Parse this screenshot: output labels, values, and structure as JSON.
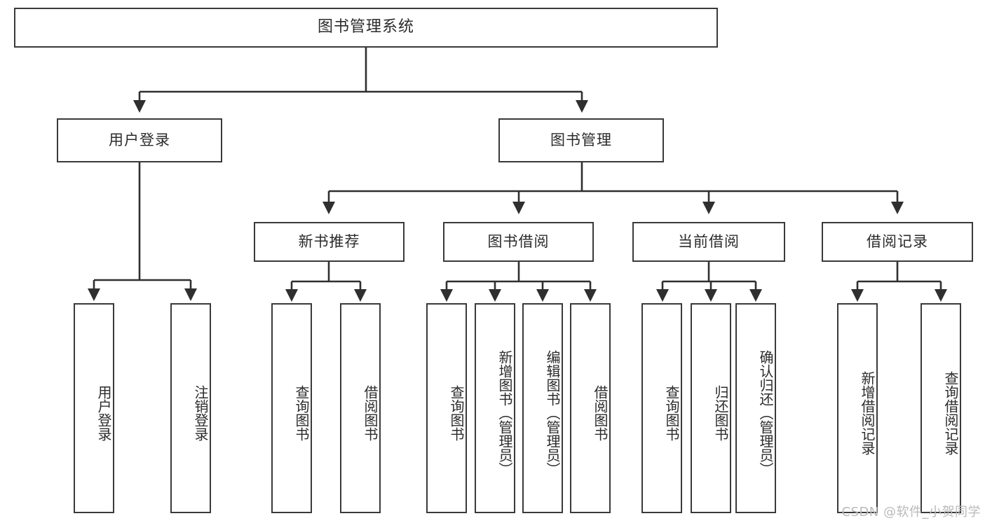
{
  "diagram": {
    "title": "图书管理系统",
    "type": "tree",
    "colors": {
      "box_border": "#3a3a3a",
      "box_fill": "#ffffff",
      "connector": "#2f2f2f",
      "text": "#2b2b2b",
      "watermark": "#b9b9b9"
    },
    "root": {
      "label": "图书管理系统"
    },
    "level2": [
      {
        "label": "用户登录"
      },
      {
        "label": "图书管理"
      }
    ],
    "level3": [
      {
        "label": "新书推荐"
      },
      {
        "label": "图书借阅"
      },
      {
        "label": "当前借阅"
      },
      {
        "label": "借阅记录"
      }
    ],
    "leaves": {
      "user_login": [
        {
          "label": "用户登录"
        },
        {
          "label": "注销登录"
        }
      ],
      "new_book_recommend": [
        {
          "label": "查询图书"
        },
        {
          "label": "借阅图书"
        }
      ],
      "book_borrow": [
        {
          "label": "查询图书"
        },
        {
          "label": "新增图书（管理员）"
        },
        {
          "label": "编辑图书（管理员）"
        },
        {
          "label": "借阅图书"
        }
      ],
      "current_borrow": [
        {
          "label": "查询图书"
        },
        {
          "label": "归还图书"
        },
        {
          "label": "确认归还（管理员）"
        }
      ],
      "borrow_record": [
        {
          "label": "新增借阅记录"
        },
        {
          "label": "查询借阅记录"
        }
      ]
    }
  },
  "watermark": {
    "text": "CSDN @软件_小贺同学"
  }
}
